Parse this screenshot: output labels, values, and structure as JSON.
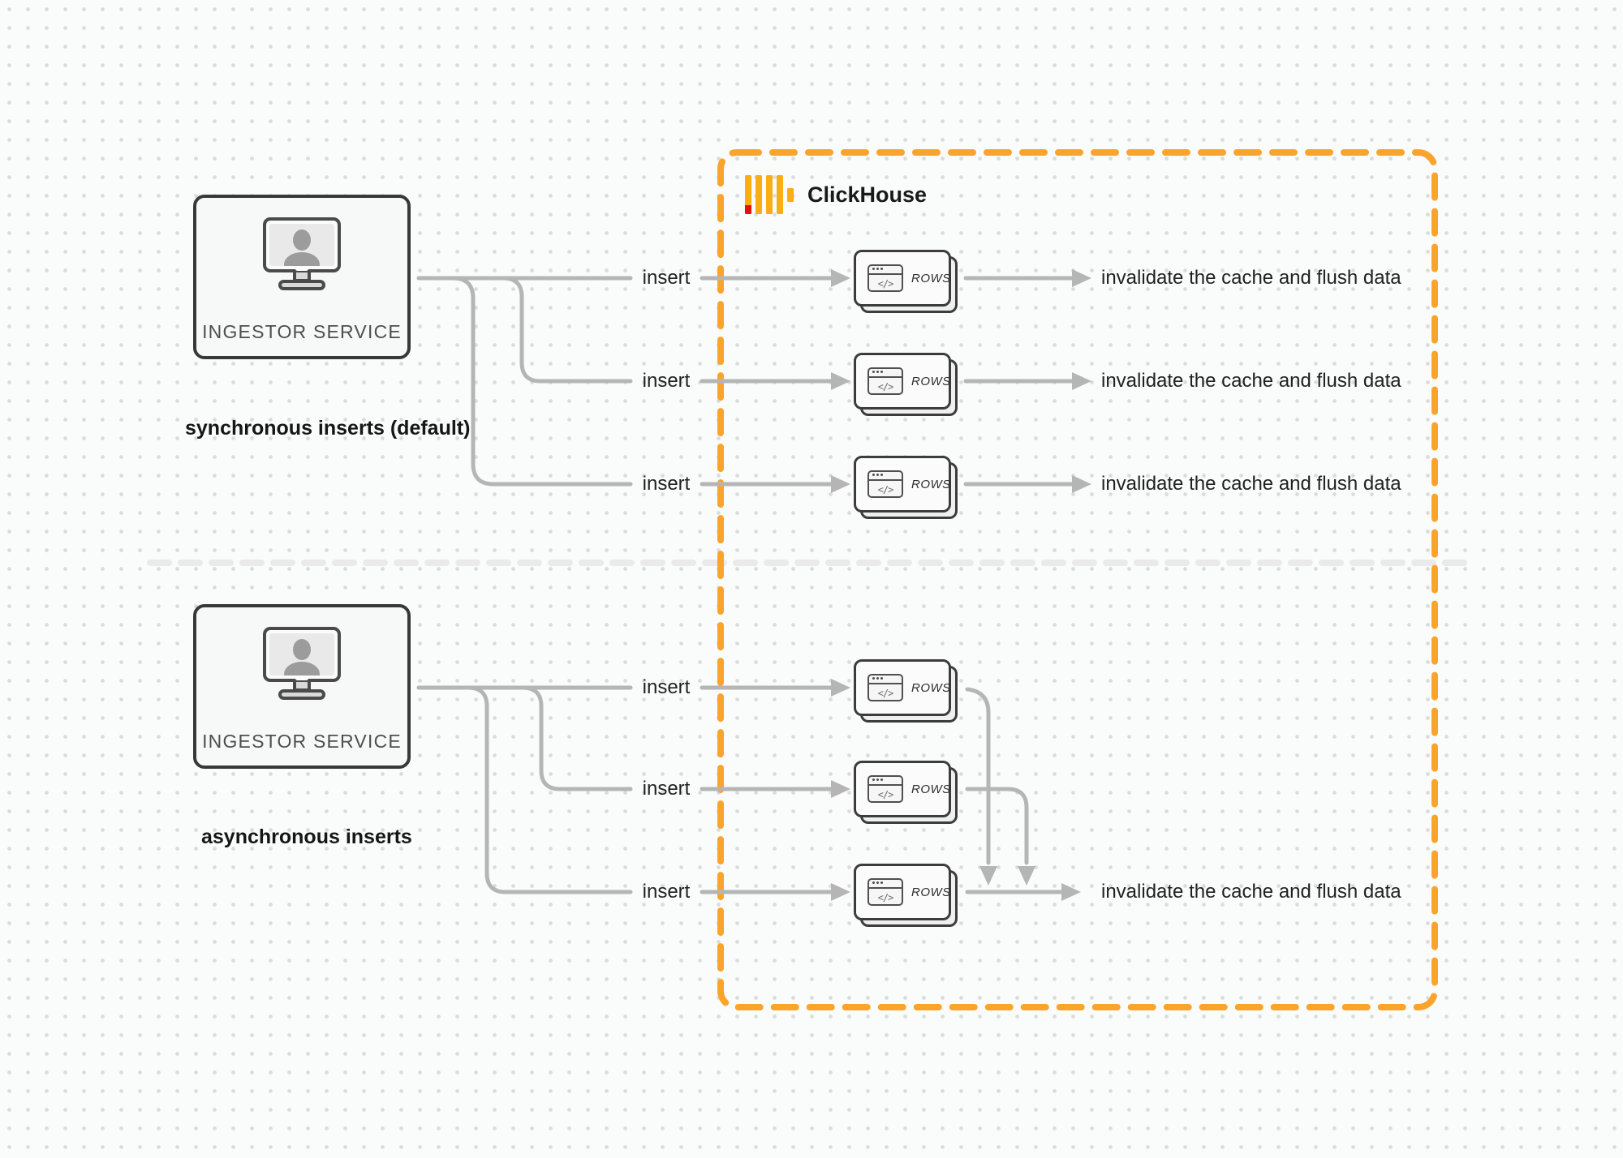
{
  "clickhouse": {
    "wordmark": "ClickHouse"
  },
  "card": {
    "rows_label": "ROWS",
    "code_glyph": "</>"
  },
  "sections": {
    "synchronous": {
      "caption": "synchronous inserts (default)",
      "ingestor_label": "INGESTOR SERVICE",
      "rows": [
        {
          "insert_label": "insert",
          "result_label": "invalidate the cache and flush data"
        },
        {
          "insert_label": "insert",
          "result_label": "invalidate the cache and flush data"
        },
        {
          "insert_label": "insert",
          "result_label": "invalidate the cache and flush data"
        }
      ]
    },
    "asynchronous": {
      "caption": "asynchronous inserts",
      "ingestor_label": "INGESTOR SERVICE",
      "rows": [
        {
          "insert_label": "insert"
        },
        {
          "insert_label": "insert"
        },
        {
          "insert_label": "insert"
        }
      ],
      "result_label": "invalidate the cache and flush data"
    }
  },
  "colors": {
    "background": "#fafbfb",
    "dot_grid": "#dbdbdb",
    "boundary_orange": "#fba42c",
    "logo_yellow": "#fbae13",
    "logo_red": "#e90e0e",
    "connector_gray": "#b5b5b5",
    "box_border": "#383838",
    "divider_gray": "#eaeaea"
  }
}
